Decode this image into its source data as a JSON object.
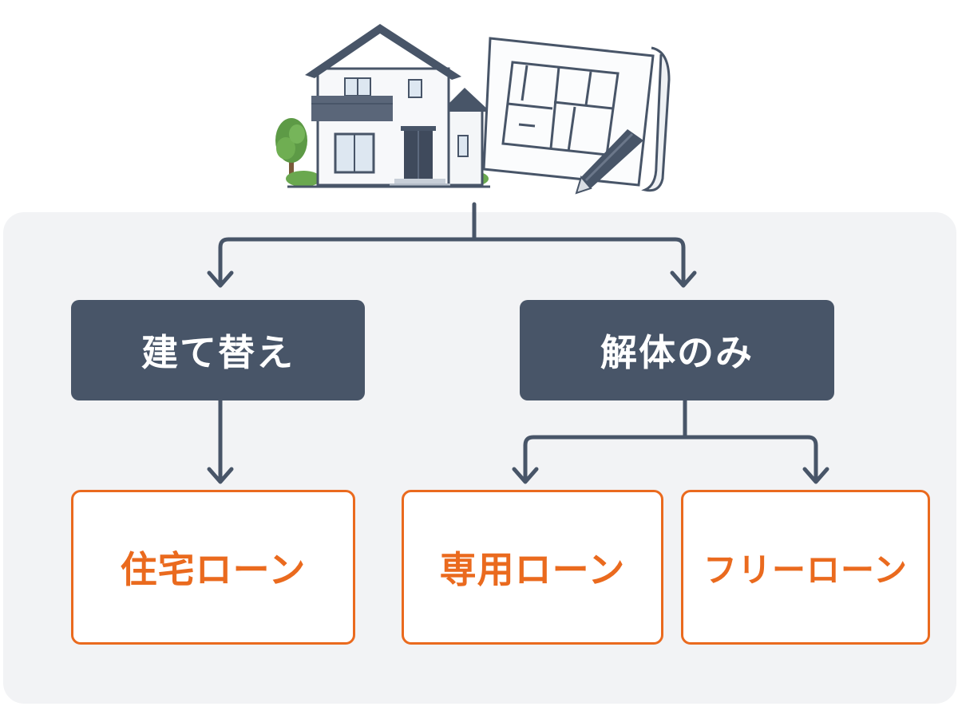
{
  "colors": {
    "panel_bg": "#f2f3f5",
    "dark_node": "#485568",
    "dark_text": "#ffffff",
    "accent": "#ea6a1e",
    "connector": "#485568"
  },
  "illustration": {
    "house": "house-illustration",
    "blueprint": "blueprint-illustration",
    "pencil": "pencil-icon",
    "tree": "tree-icon"
  },
  "tree": {
    "rebuild": {
      "label": "建て替え",
      "child": {
        "label": "住宅ローン"
      }
    },
    "demolition": {
      "label": "解体のみ",
      "children": [
        {
          "label": "専用ローン"
        },
        {
          "label": "フリーローン"
        }
      ]
    }
  }
}
